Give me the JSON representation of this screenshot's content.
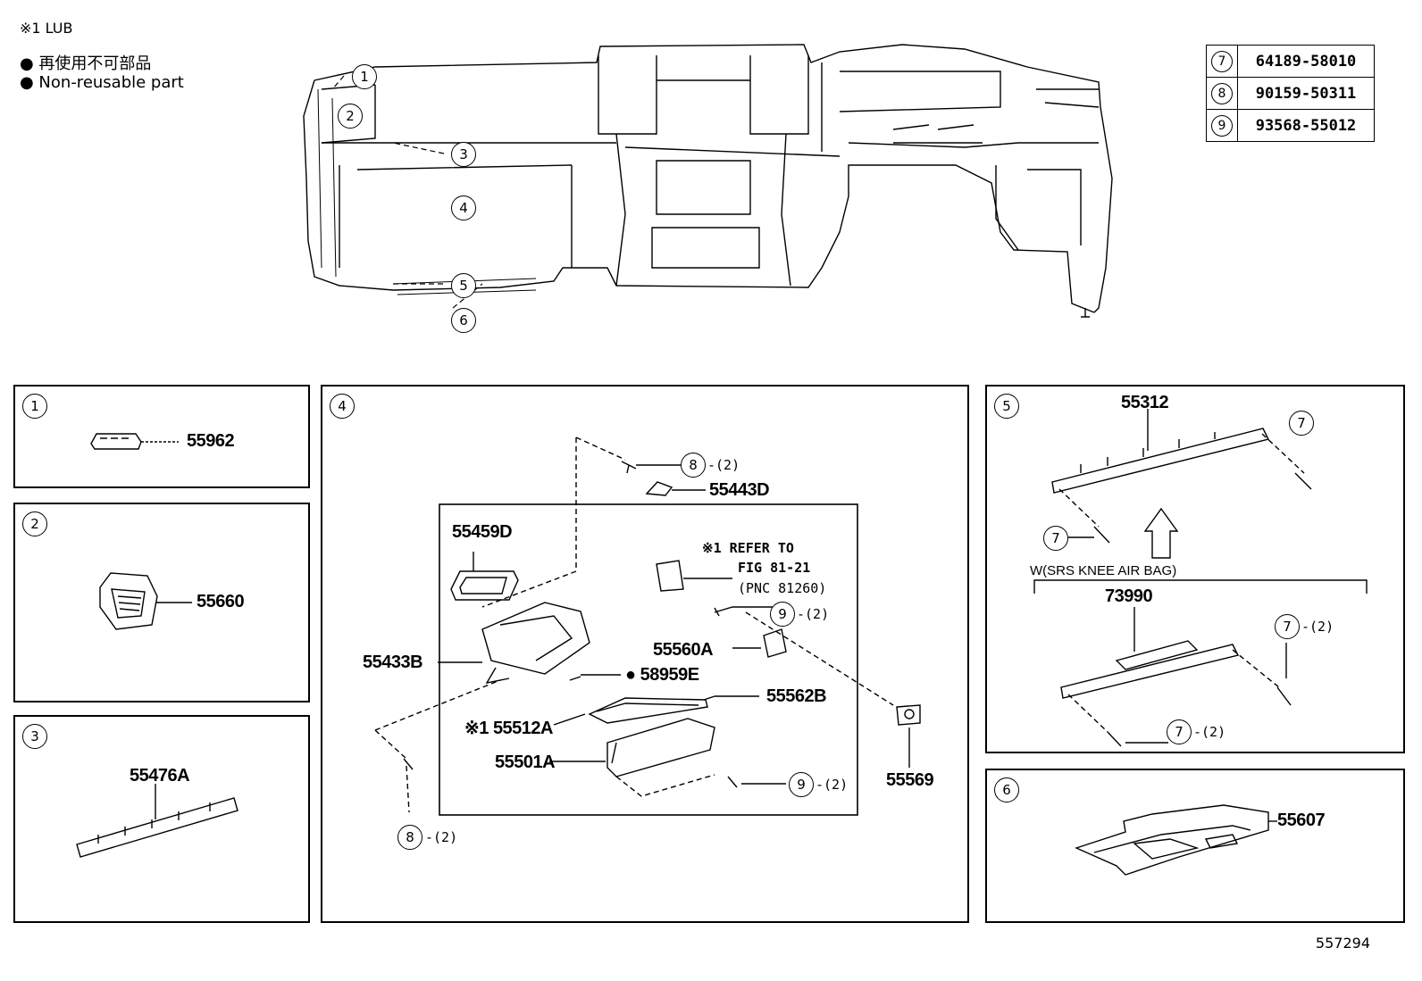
{
  "legend": {
    "lub": "※1 LUB",
    "non_reusable_jp": "● 再使用不可部品",
    "non_reusable_en": "● Non-reusable part"
  },
  "parts_table": [
    {
      "key": "7",
      "part": "64189-58010"
    },
    {
      "key": "8",
      "part": "90159-50311"
    },
    {
      "key": "9",
      "part": "93568-55012"
    }
  ],
  "overview_callouts": [
    "1",
    "2",
    "3",
    "4",
    "5",
    "6"
  ],
  "panel1": {
    "num": "1",
    "part": "55962"
  },
  "panel2": {
    "num": "2",
    "part": "55660"
  },
  "panel3": {
    "num": "3",
    "part": "55476A"
  },
  "panel4": {
    "num": "4",
    "p_55443D": "55443D",
    "p_55459D": "55459D",
    "refer": "※1 REFER TO",
    "fig": "FIG 81-21",
    "pnc": "(PNC 81260)",
    "p_55433B": "55433B",
    "p_55560A": "55560A",
    "p_58959E": "● 58959E",
    "p_55562B": "55562B",
    "p_55512A": "※1 55512A",
    "p_55501A": "55501A",
    "p_55569": "55569",
    "c8_top": "8",
    "c8_top_qty": "-(2)",
    "c9_mid": "9",
    "c9_mid_qty": "-(2)",
    "c9_bot": "9",
    "c9_bot_qty": "-(2)",
    "c8_bot": "8",
    "c8_bot_qty": "-(2)"
  },
  "panel5": {
    "num": "5",
    "p_55312": "55312",
    "c7a": "7",
    "c7b": "7",
    "condition": "W(SRS KNEE AIR BAG)",
    "p_73990": "73990",
    "c7c": "7",
    "c7c_qty": "-(2)",
    "c7d": "7",
    "c7d_qty": "-(2)"
  },
  "panel6": {
    "num": "6",
    "part": "55607"
  },
  "figure_id": "557294"
}
